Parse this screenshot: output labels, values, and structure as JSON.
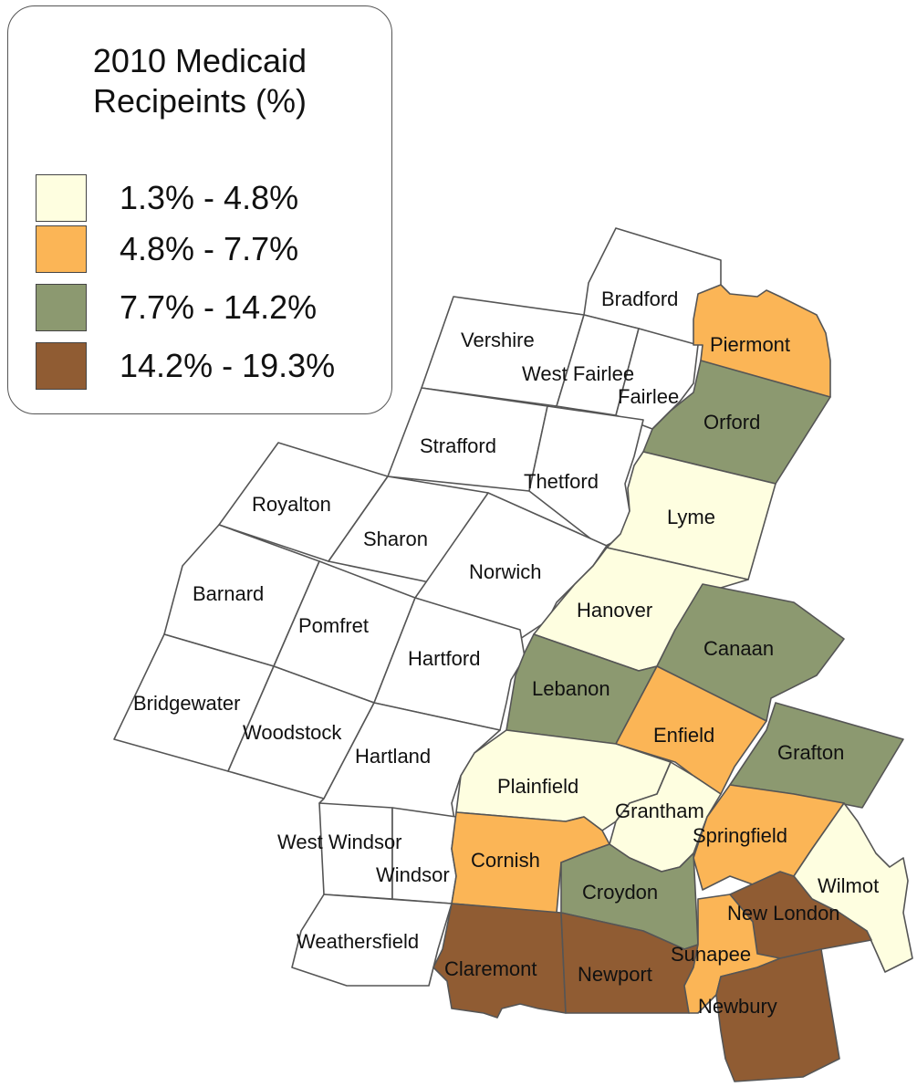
{
  "legend": {
    "title_line1": "2010 Medicaid",
    "title_line2": "Recipeints (%)",
    "classes": [
      {
        "label": "1.3% - 4.8%",
        "color": "#fefee0"
      },
      {
        "label": "4.8% - 7.7%",
        "color": "#fbb556"
      },
      {
        "label": "7.7% - 14.2%",
        "color": "#8c9970"
      },
      {
        "label": "14.2% - 19.3%",
        "color": "#905c33"
      }
    ]
  },
  "towns": {
    "bradford": "Bradford",
    "vershire": "Vershire",
    "west_fairlee": "West Fairlee",
    "fairlee": "Fairlee",
    "strafford": "Strafford",
    "thetford": "Thetford",
    "royalton": "Royalton",
    "sharon": "Sharon",
    "norwich": "Norwich",
    "barnard": "Barnard",
    "pomfret": "Pomfret",
    "hartford": "Hartford",
    "bridgewater": "Bridgewater",
    "woodstock": "Woodstock",
    "hartland": "Hartland",
    "west_windsor": "West Windsor",
    "windsor": "Windsor",
    "weathersfield": "Weathersfield",
    "piermont": "Piermont",
    "orford": "Orford",
    "lyme": "Lyme",
    "hanover": "Hanover",
    "canaan": "Canaan",
    "lebanon": "Lebanon",
    "enfield": "Enfield",
    "grafton": "Grafton",
    "plainfield": "Plainfield",
    "grantham": "Grantham",
    "springfield": "Springfield",
    "cornish": "Cornish",
    "croydon": "Croydon",
    "wilmot": "Wilmot",
    "new_london": "New London",
    "claremont": "Claremont",
    "newport": "Newport",
    "sunapee": "Sunapee",
    "newbury": "Newbury"
  }
}
